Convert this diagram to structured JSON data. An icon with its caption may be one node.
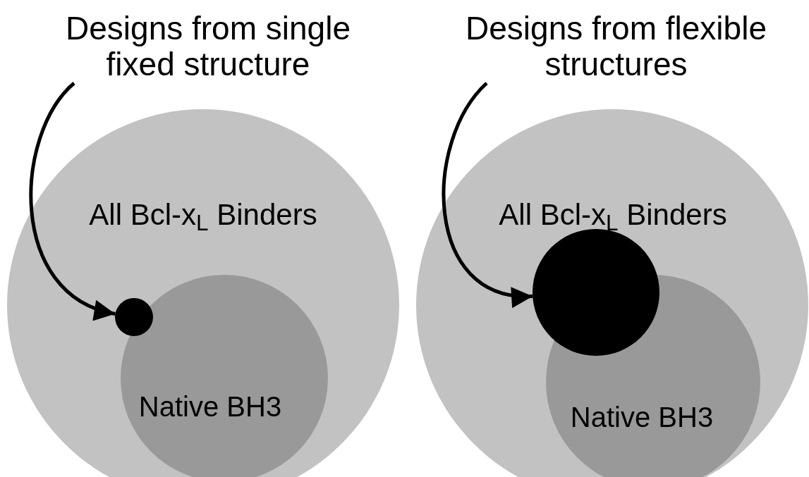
{
  "diagram": {
    "nodes": [
      {
        "text": [
          "Designs from single fixed structure"
        ]
      },
      {
        "text": [
          "All Bcl-x$_{L}$ Binders"
        ]
      },
      {
        "text": [
          "Native BH3"
        ],
        "in": 1
      },
      {
        "text": [],
        "shape": "circle",
        "in": 1
      },
      {
        "text": [
          "Designs from flexible structures"
        ]
      },
      {
        "text": [
          "All Bcl-x$_{L}$ Binders"
        ]
      },
      {
        "text": [
          "Native BH3"
        ],
        "in": 5
      },
      {
        "text": [],
        "shape": "circle",
        "in": 5
      }
    ],
    "edges": [
      {
        "from": 0,
        "to": 3,
        "arrow": "to"
      },
      {
        "from": 4,
        "to": 7,
        "arrow": "to"
      }
    ]
  }
}
